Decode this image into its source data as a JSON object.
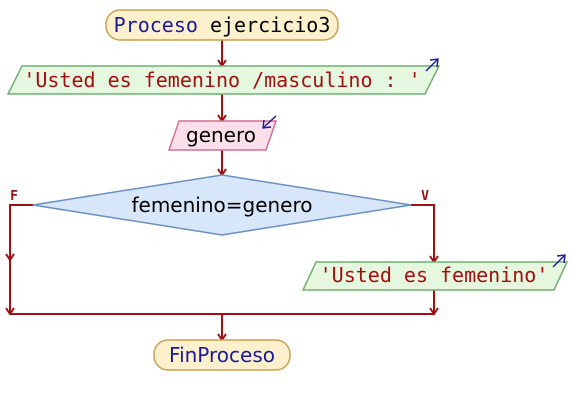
{
  "flowchart": {
    "start": {
      "keyword": "Proceso",
      "name": "ejercicio3"
    },
    "output_prompt": "'Usted es femenino /masculino : '",
    "input_var": "genero",
    "decision": "femenino=genero",
    "false_label": "F",
    "true_label": "V",
    "output_true": "'Usted es femenino'",
    "end": "FinProceso"
  },
  "colors": {
    "arrow": "#a01010",
    "terminal_fill": "#fdf0cc",
    "terminal_stroke": "#c8a050",
    "output_fill": "#e6f7e0",
    "output_stroke": "#70b070",
    "input_fill": "#fbe0ec",
    "input_stroke": "#d07090",
    "decision_fill": "#d8e6fa",
    "decision_stroke": "#6a8fc0",
    "keyword_text": "#1a1a9a",
    "string_text": "#a01010",
    "plain_text": "#000000",
    "corner_arrow": "#1a1a9a"
  },
  "icons": [
    "output-corner-arrow-icon",
    "input-corner-arrow-icon"
  ]
}
